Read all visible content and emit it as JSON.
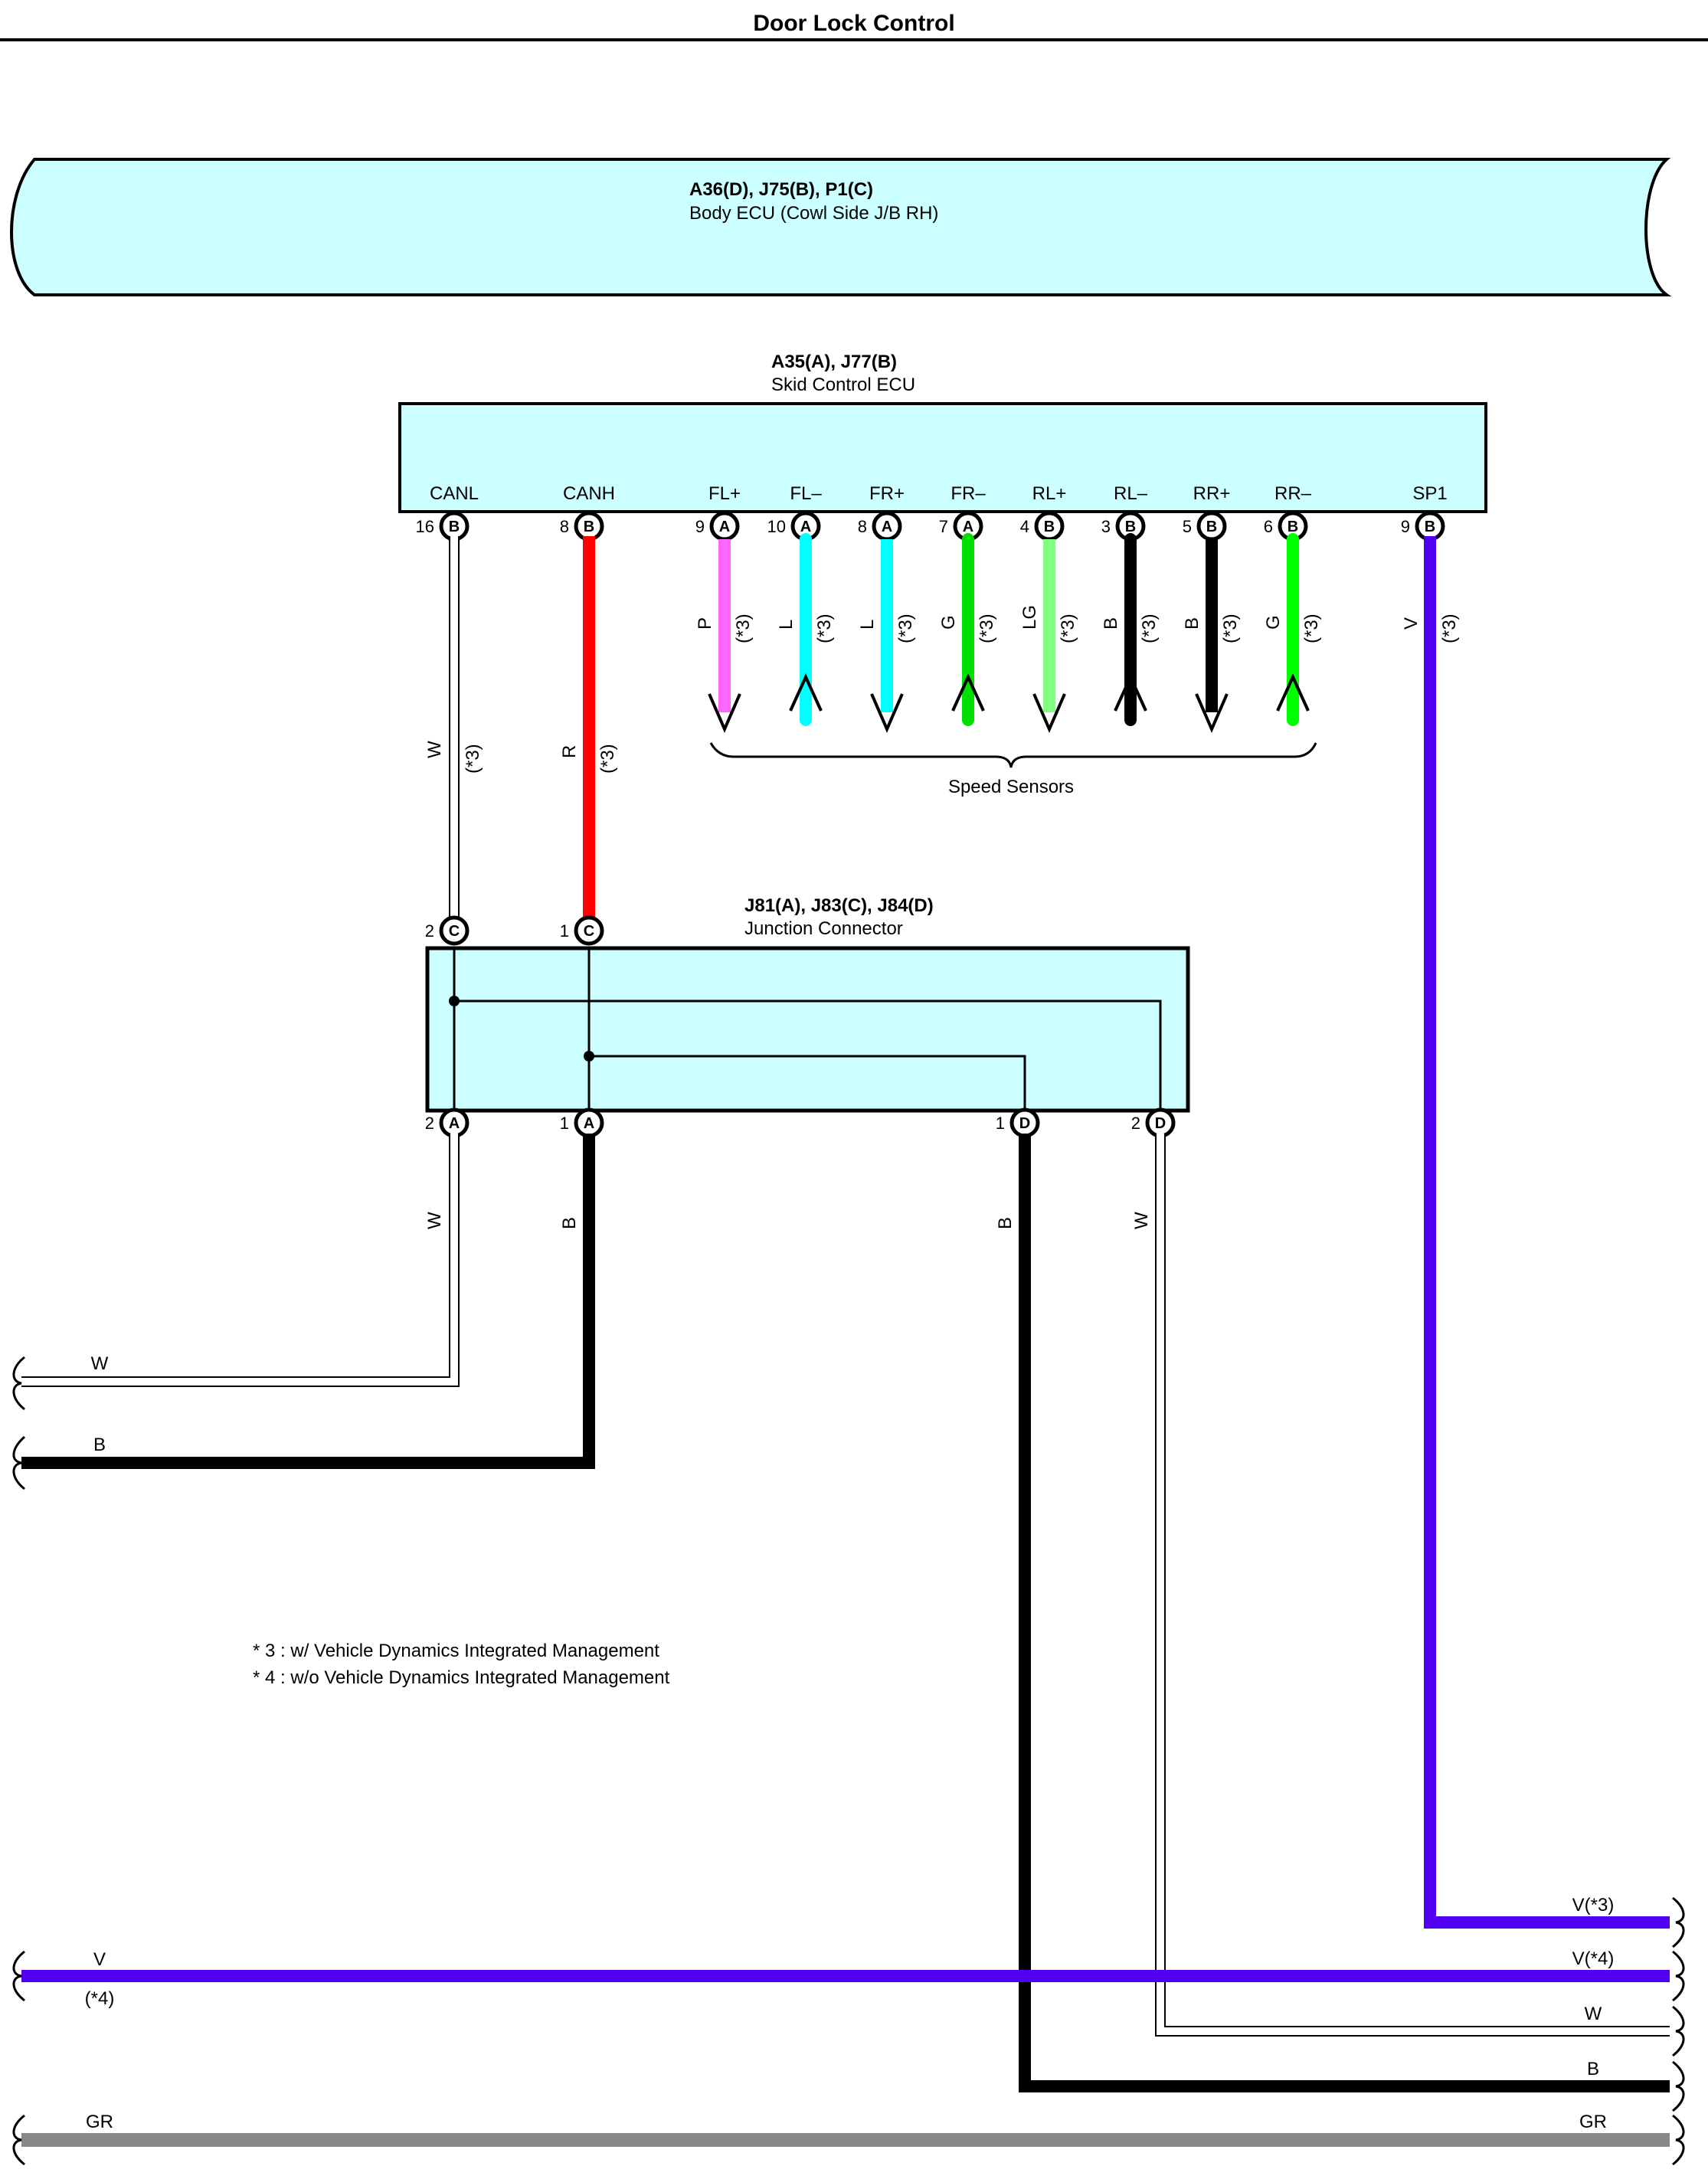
{
  "page": {
    "title": "Door Lock Control"
  },
  "body_ecu": {
    "code": "A36(D), J75(B), P1(C)",
    "name": "Body ECU (Cowl Side J/B RH)"
  },
  "skid_ecu": {
    "code": "A35(A), J77(B)",
    "name": "Skid Control ECU",
    "pins": [
      {
        "label": "CANL",
        "num": "16",
        "conn": "B"
      },
      {
        "label": "CANH",
        "num": "8",
        "conn": "B"
      },
      {
        "label": "FL+",
        "num": "9",
        "conn": "A"
      },
      {
        "label": "FL–",
        "num": "10",
        "conn": "A"
      },
      {
        "label": "FR+",
        "num": "8",
        "conn": "A"
      },
      {
        "label": "FR–",
        "num": "7",
        "conn": "A"
      },
      {
        "label": "RL+",
        "num": "4",
        "conn": "B"
      },
      {
        "label": "RL–",
        "num": "3",
        "conn": "B"
      },
      {
        "label": "RR+",
        "num": "5",
        "conn": "B"
      },
      {
        "label": "RR–",
        "num": "6",
        "conn": "B"
      },
      {
        "label": "SP1",
        "num": "9",
        "conn": "B"
      }
    ]
  },
  "sensor_wires": [
    {
      "color_code": "P",
      "note": "(*3)",
      "hex": "#ff66ff",
      "dir": "down"
    },
    {
      "color_code": "L",
      "note": "(*3)",
      "hex": "#00ffff",
      "dir": "up"
    },
    {
      "color_code": "L",
      "note": "(*3)",
      "hex": "#00ffff",
      "dir": "down"
    },
    {
      "color_code": "G",
      "note": "(*3)",
      "hex": "#00dd00",
      "dir": "up"
    },
    {
      "color_code": "LG",
      "note": "(*3)",
      "hex": "#80ff80",
      "dir": "down"
    },
    {
      "color_code": "B",
      "note": "(*3)",
      "hex": "#000000",
      "dir": "up"
    },
    {
      "color_code": "B",
      "note": "(*3)",
      "hex": "#000000",
      "dir": "down"
    },
    {
      "color_code": "G",
      "note": "(*3)",
      "hex": "#00ff00",
      "dir": "up"
    }
  ],
  "speed_sensors_label": "Speed Sensors",
  "wires": {
    "canl": {
      "color_code": "W",
      "note": "(*3)",
      "hex": "#ffffff"
    },
    "canh": {
      "color_code": "R",
      "note": "(*3)",
      "hex": "#ff0000"
    },
    "sp1": {
      "color_code": "V",
      "note": "(*3)",
      "hex": "#5000ee"
    }
  },
  "junction": {
    "code": "J81(A), J83(C), J84(D)",
    "name": "Junction Connector",
    "top_pins": [
      {
        "num": "2",
        "conn": "C"
      },
      {
        "num": "1",
        "conn": "C"
      }
    ],
    "bottom_pins": [
      {
        "num": "2",
        "conn": "A",
        "color_code": "W"
      },
      {
        "num": "1",
        "conn": "A",
        "color_code": "B"
      },
      {
        "num": "1",
        "conn": "D",
        "color_code": "B"
      },
      {
        "num": "2",
        "conn": "D",
        "color_code": "W"
      }
    ]
  },
  "left_wires": [
    {
      "label": "W",
      "note": "",
      "hex": "#ffffff"
    },
    {
      "label": "B",
      "note": "",
      "hex": "#000000"
    },
    {
      "label": "V",
      "note": "(*4)",
      "hex": "#5000ee"
    },
    {
      "label": "GR",
      "note": "",
      "hex": "#888888"
    }
  ],
  "right_wires": [
    {
      "label": "V(*3)",
      "hex": "#5000ee"
    },
    {
      "label": "V(*4)",
      "hex": "#5000ee"
    },
    {
      "label": "W",
      "hex": "#ffffff"
    },
    {
      "label": "B",
      "hex": "#000000"
    },
    {
      "label": "GR",
      "hex": "#888888"
    }
  ],
  "notes": [
    "* 3 : w/ Vehicle Dynamics Integrated Management",
    "* 4 : w/o Vehicle Dynamics Integrated Management"
  ],
  "colors": {
    "ecu_fill": "#ccffff",
    "outline": "#000000"
  }
}
